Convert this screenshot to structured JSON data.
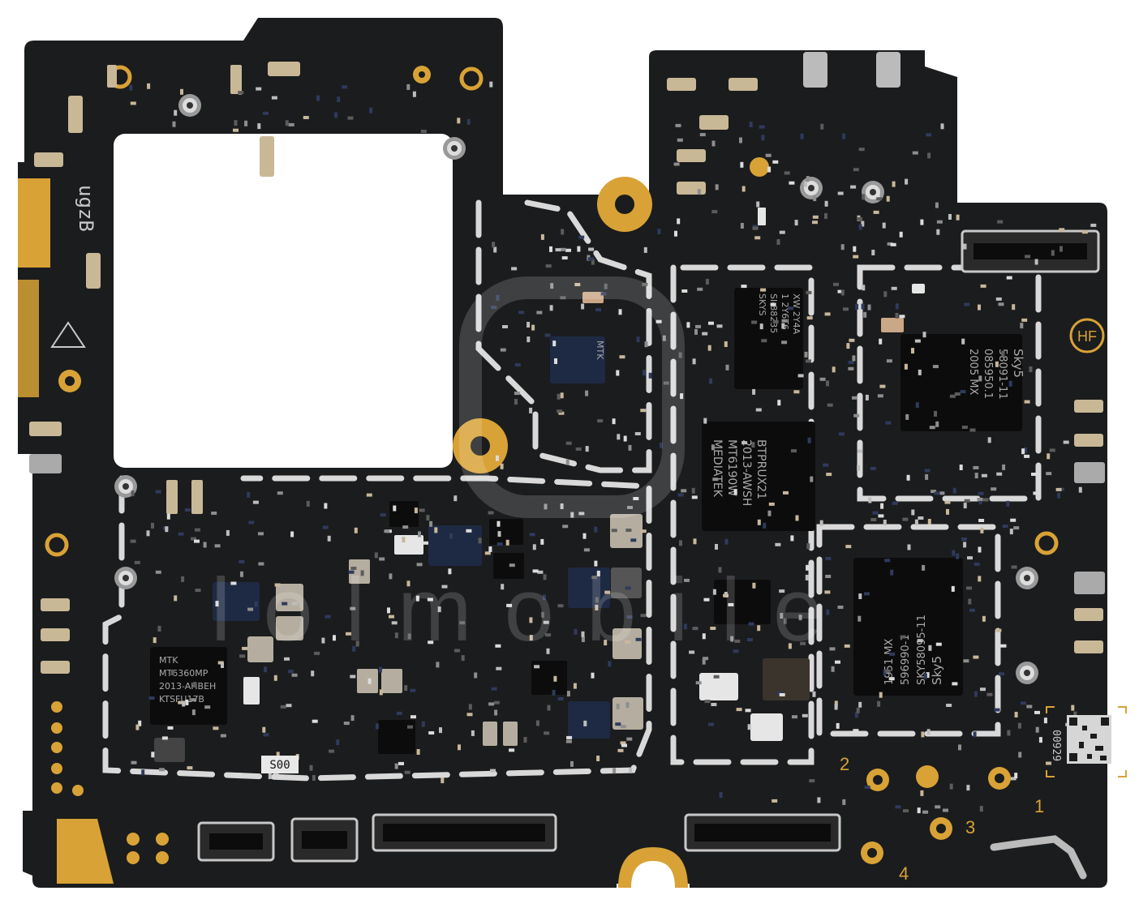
{
  "colors": {
    "pcb": "#1b1c1d",
    "gold": "#d8a236",
    "shield": "#d9d9d9",
    "chip": "#0c0c0d",
    "silk": "#c9c9c9"
  },
  "silkscreen": {
    "board_code": "ugzB",
    "hf_mark": "HF",
    "code_s00": "S00",
    "code_00929": "00929",
    "port_numbers": [
      "1",
      "2",
      "3",
      "4"
    ]
  },
  "chips": {
    "mediatek_main": [
      "MEDIATEK",
      "MT6190W",
      "2013-AWSH",
      "BTPRUX21"
    ],
    "sky_top": [
      "Sky5",
      "58091-11",
      "085950.1",
      "2005 MX"
    ],
    "sky_bottom": [
      "Sky5",
      "SKY58095-11",
      "596990-1",
      "1951 MX"
    ],
    "mtk_pmic": [
      "MTK",
      "MT6360MP",
      "2013-AHBEH",
      "KTSFU17B"
    ],
    "mtk_small": [
      "MTK"
    ],
    "rotated_chip": [
      "XW 2Y4A",
      "1 2Y6T6",
      "SI-88235",
      "SKYS"
    ]
  },
  "watermark": {
    "text": "lolmobile"
  }
}
